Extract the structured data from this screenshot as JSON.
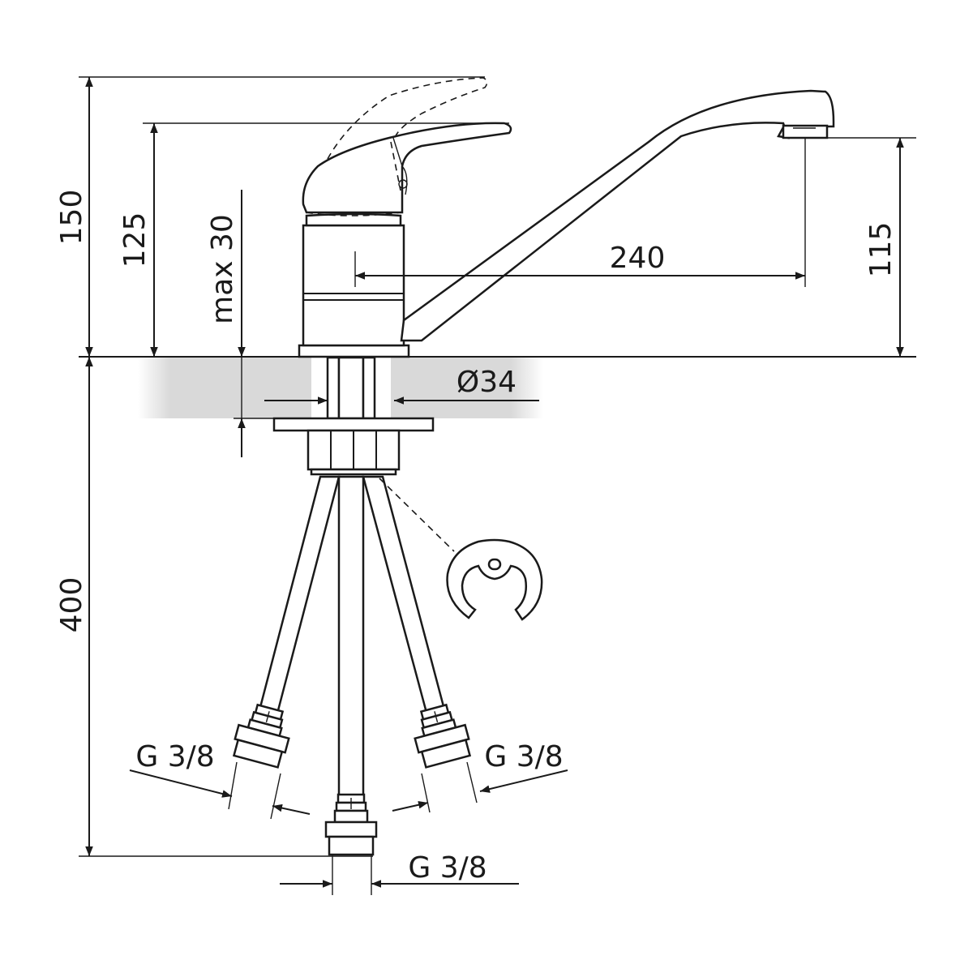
{
  "dimensions": {
    "total_height": "150",
    "lever_height": "125",
    "max_thickness": "max 30",
    "spout_reach": "240",
    "spout_height": "115",
    "hole_diameter": "Ø34",
    "hose_length": "400",
    "connection_left": "G 3/8",
    "connection_right": "G 3/8",
    "connection_center": "G 3/8"
  }
}
